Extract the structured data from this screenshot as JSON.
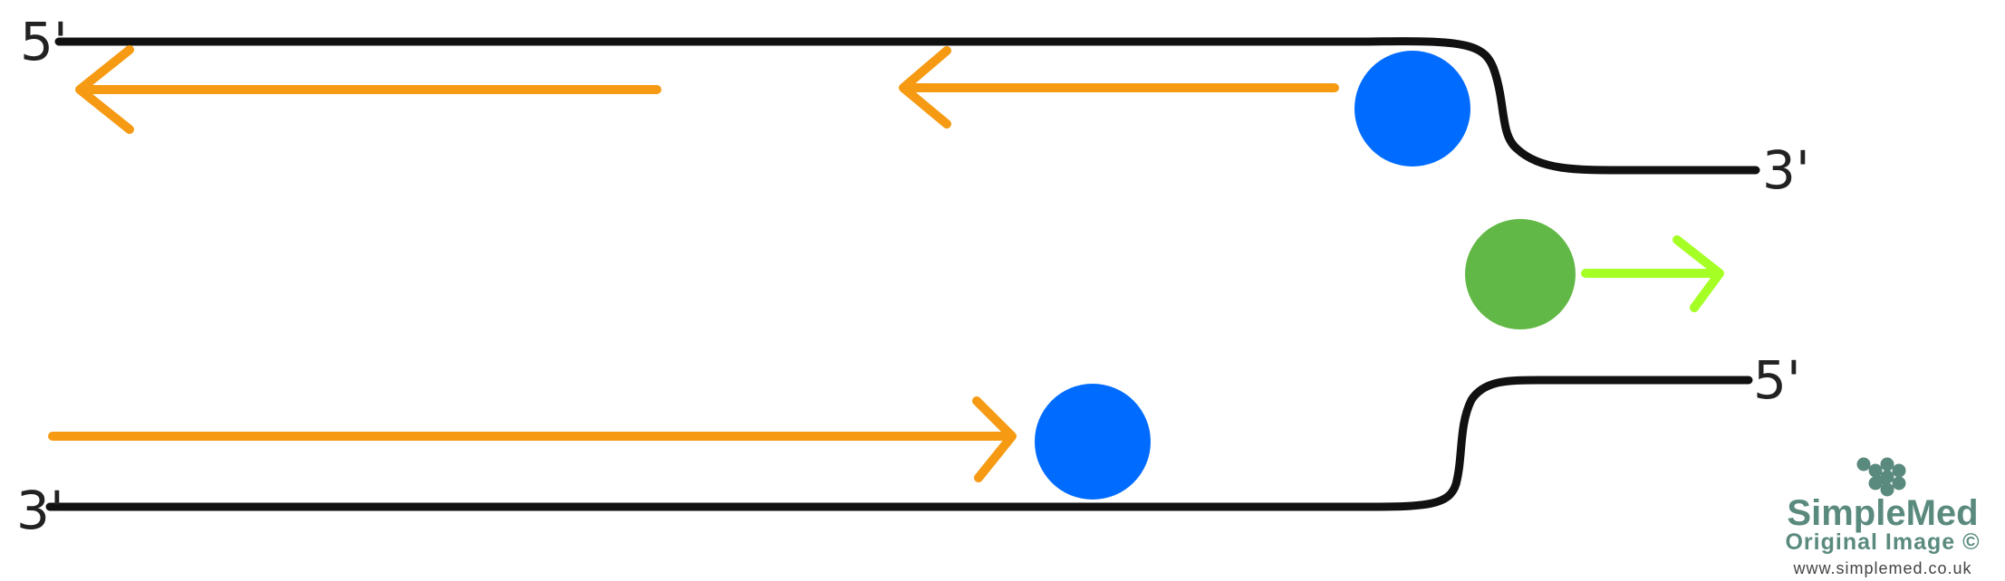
{
  "labels": {
    "top_left": "5'",
    "top_right": "3'",
    "bottom_left": "3'",
    "bottom_right": "5'"
  },
  "colors": {
    "strand": "#111111",
    "arrow_orange": "#f59a12",
    "polymerase_blue": "#006cff",
    "helicase_green": "#62b846",
    "arrow_lime": "#a5ff24",
    "logo": "#5a8a7e"
  },
  "logo": {
    "name": "SimpleMed",
    "subtitle": "Original Image ©",
    "url": "www.simplemed.co.uk"
  }
}
